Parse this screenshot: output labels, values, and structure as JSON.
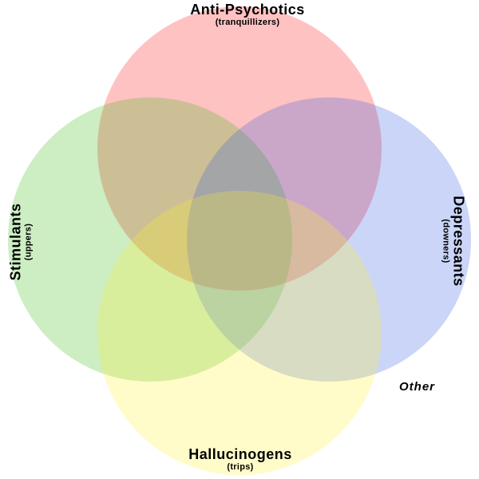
{
  "venn": {
    "background_color": "#FFFFFF",
    "text_color": "#000000",
    "sets": [
      {
        "name": "Anti-Psychotics",
        "subtitle": "(tranquillizers)",
        "position": "top",
        "fill_hex": "#FF0A0A",
        "fill_rgba": "rgba(255,10,10,0.25)",
        "apparent_color": "#FFC2C2"
      },
      {
        "name": "Stimulants",
        "subtitle": "(uppers)",
        "position": "left",
        "fill_hex": "#37B70F",
        "fill_rgba": "rgba(55,183,15,0.25)",
        "apparent_color": "#CDEDC3"
      },
      {
        "name": "Depressants",
        "subtitle": "(downers)",
        "position": "right",
        "fill_hex": "#2B57DF",
        "fill_rgba": "rgba(43,87,223,0.25)",
        "apparent_color": "#CAD5F7"
      },
      {
        "name": "Hallucinogens",
        "subtitle": "(trips)",
        "position": "bottom",
        "fill_hex": "#FFF327",
        "fill_rgba": "rgba(255,243,39,0.25)",
        "apparent_color": "#FFFCC9"
      }
    ],
    "outside_label": "Other"
  }
}
